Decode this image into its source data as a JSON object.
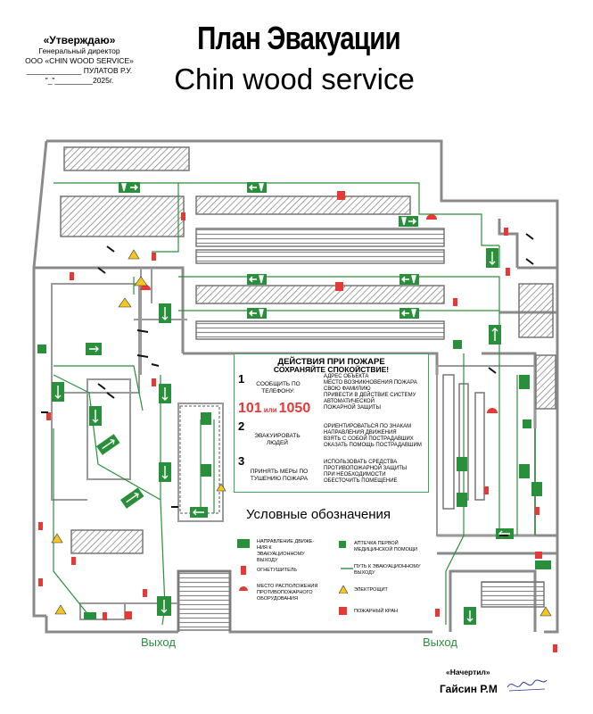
{
  "approval": {
    "title": "«Утверждаю»",
    "line1": "Генеральный директор",
    "line2": "ООО «CHIN WOOD SERVICE»",
    "line3": "_____________ ПУЛАТОВ Р.У.",
    "line4": "\"_\"_________2025г."
  },
  "title": "План Эвакуации",
  "subtitle": "Chin wood service",
  "actions": {
    "heading": "ДЕЙСТВИЯ ПРИ ПОЖАРЕ",
    "subheading": "СОХРАНЯЙТЕ СПОКОЙСТВИЕ!",
    "steps": [
      {
        "num": "1",
        "text": "СООБЩИТЬ ПО ТЕЛЕФОНУ:"
      },
      {
        "num": "2",
        "text": "ЭВАКУИРОВАТЬ ЛЮДЕЙ"
      },
      {
        "num": "3",
        "text": "ПРИНЯТЬ МЕРЫ ПО ТУШЕНИЮ ПОЖАРА"
      }
    ],
    "phone1": "101",
    "phone_sep": "или",
    "phone2": "1050",
    "step1_bullets": [
      "АДРЕС ОБЪЕКТА",
      "МЕСТО ВОЗНИКНОВЕНИЯ ПОЖАРА",
      "СВОЮ ФАМИЛИЮ",
      "ПРИВЕСТИ В ДЕЙСТВИЕ СИСТЕМУ",
      "АВТОМАТИЧЕСКОЙ",
      "ПОЖАРНОЙ ЗАЩИТЫ"
    ],
    "step2_bullets": [
      "ОРИЕНТИРОВАТЬСЯ ПО ЗНАКАМ",
      "НАПРАВЛЕНИЯ ДВИЖЕНИЯ",
      "ВЗЯТЬ С СОБОЙ ПОСТРАДАВШИХ",
      "ОКАЗАТЬ ПОМОЩЬ ПОСТРАДАВШИМ"
    ],
    "step3_bullets": [
      "ИСПОЛЬЗОВАТЬ СРЕДСТВА",
      "ПРОТИВОПОЖАРНОЙ ЗАЩИТЫ",
      "ПРИ НЕОБХОДИМОСТИ",
      "ОБЕСТОЧИТЬ ПОМЕЩЕНИЕ"
    ]
  },
  "legend": {
    "title": "Условные обозначения",
    "items": {
      "direction": "НАПРАВЛЕНИЕ ДВИЖЕ- НИЯ К ЭВАКУАЦИОННОМУ ВЫХОДУ",
      "first_aid": "АПТЕЧКА ПЕРВОЙ МЕДИЦИНСКОЙ ПОМОЩИ",
      "extinguisher": "ОГНЕТУШИТЕЛЬ",
      "route": "ПУТЬ К ЭВАКУАЦИОННОМУ ВЫХОДУ",
      "equipment": "МЕСТО РАСПОЛОЖЕНИЯ ПРОТИВОПОЖАРНОГО ОБОРУДОВАНИЯ",
      "electric": "ЭЛЕКТРОЩИТ",
      "hydrant": "ПОЖАРНЫЙ КРАН"
    }
  },
  "exits": [
    "Выход",
    "Выход"
  ],
  "drawn_label": "«Начертил»",
  "drawn_by": "Гайсин Р.М",
  "colors": {
    "exit_green": "#2a8f3b",
    "fire_red": "#e53935",
    "warning_yellow": "#f3c623",
    "wall_gray": "#8a8a8a"
  }
}
